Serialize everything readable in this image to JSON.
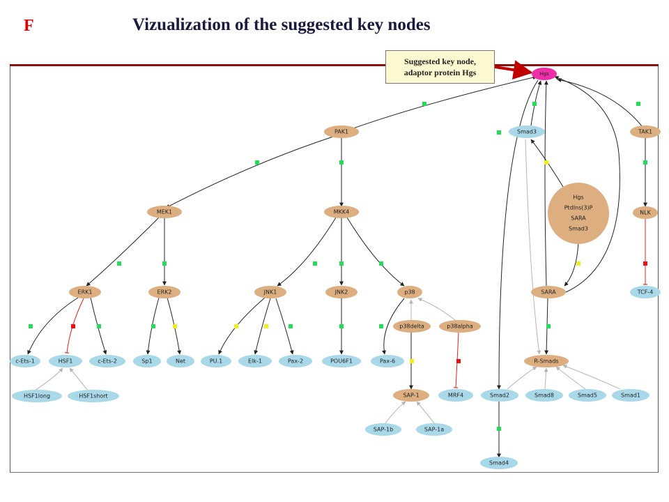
{
  "panel_letter": "F",
  "title": "Vizualization of  the suggested key nodes",
  "callout": {
    "line1": "Suggested key node,",
    "line2": "adaptor protein Hgs"
  },
  "colors": {
    "key_node": "#ee2fa7",
    "kinase_node": "#dcae80",
    "target_node": "#a9d8e8",
    "activation_marker": "#22dd55",
    "inhibition_marker": "#ee1111",
    "neutral_marker": "#f2ee1a",
    "edge": "#222222",
    "inhibit_edge": "#e02020",
    "weak_edge": "#b5b5b5",
    "callout_arrow": "#c00000",
    "frame_top": "#8b1010"
  },
  "nodes": {
    "hgs": "Hgs",
    "pak1": "PAK1",
    "smad3_top": "Smad3",
    "tak1": "TAK1",
    "complex_hgs": "Hgs",
    "complex_ptdins": "PtdIns(3)P",
    "complex_sara": "SARA",
    "complex_smad3": "Smad3",
    "mek1": "MEK1",
    "mkk4": "MKK4",
    "nlk": "NLK",
    "erk1": "ERK1",
    "erk2": "ERK2",
    "jnk1": "JNK1",
    "jnk2": "JNK2",
    "p38": "p38",
    "sara": "SARA",
    "tcf4": "TCF-4",
    "p38delta": "p38delta",
    "p38alpha": "p38alpha",
    "cets1": "c-Ets-1",
    "hsf1": "HSF1",
    "cets2": "c-Ets-2",
    "sp1": "Sp1",
    "net": "Net",
    "pu1": "PU.1",
    "elk1": "Elk-1",
    "pax2": "Pax-2",
    "pou6f1": "POU6F1",
    "pax6": "Pax-6",
    "rsmads": "R-Smads",
    "hsf1long": "HSF1long",
    "hsf1short": "HSF1short",
    "sap1": "SAP-1",
    "mrf4": "MRF4",
    "smad2": "Smad2",
    "smad8": "Smad8",
    "smad5": "Smad5",
    "smad1": "Smad1",
    "sap1b": "SAP-1b",
    "sap1a": "SAP-1a",
    "smad4": "Smad4"
  }
}
